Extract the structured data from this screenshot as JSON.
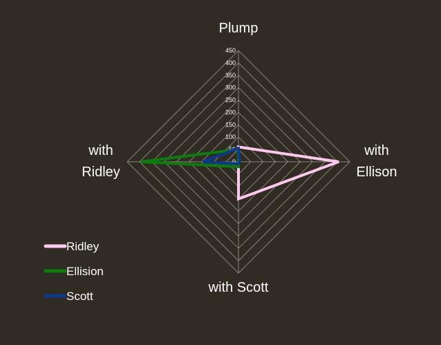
{
  "chart_data": {
    "type": "radar",
    "categories": [
      "Plump",
      "with Ellison",
      "with Scott",
      "with Ridley"
    ],
    "ylim": [
      0,
      450
    ],
    "ticks": [
      0,
      50,
      100,
      150,
      200,
      250,
      300,
      350,
      400,
      450
    ],
    "grid": true,
    "legend_position": "bottom-left",
    "series": [
      {
        "name": "Ridley",
        "color": "#ffc8f0",
        "values": [
          60,
          405,
          150,
          0
        ]
      },
      {
        "name": "Ellision",
        "color": "#0a7d0a",
        "values": [
          50,
          0,
          20,
          395
        ]
      },
      {
        "name": "Scott",
        "color": "#0b3a8c",
        "values": [
          55,
          5,
          8,
          145
        ]
      }
    ]
  }
}
